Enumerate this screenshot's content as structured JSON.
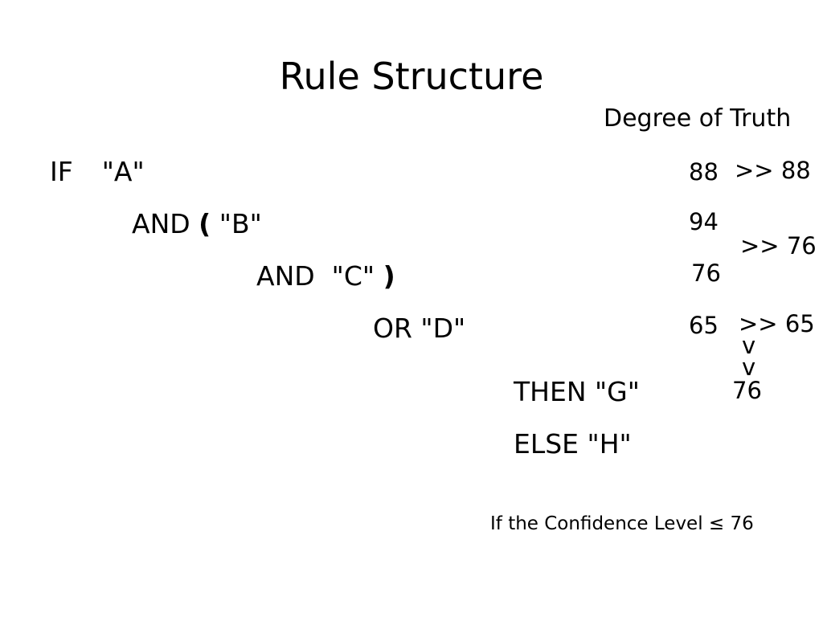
{
  "slide": {
    "title": "Rule Structure",
    "truth_heading": "Degree of Truth",
    "rules": {
      "if_keyword": "IF",
      "if_value": "\"A\"",
      "and1_keyword": "AND",
      "and1_paren": "(",
      "and1_value": "\"B\"",
      "and2_text": "AND  \"C\"",
      "and2_paren": ")",
      "or_text": "OR \"D\"",
      "then_text": "THEN \"G\"",
      "else_text": "ELSE \"H\""
    },
    "degrees": {
      "a": "88",
      "b": "94",
      "c": "76",
      "d": "65",
      "result": "76"
    },
    "arrows": {
      "ab": ">> 88",
      "bc": ">> 76",
      "cd": ">> 65",
      "down1": "v",
      "down2": "v"
    },
    "confidence_note": "If the Confidence Level ≤ 76"
  }
}
